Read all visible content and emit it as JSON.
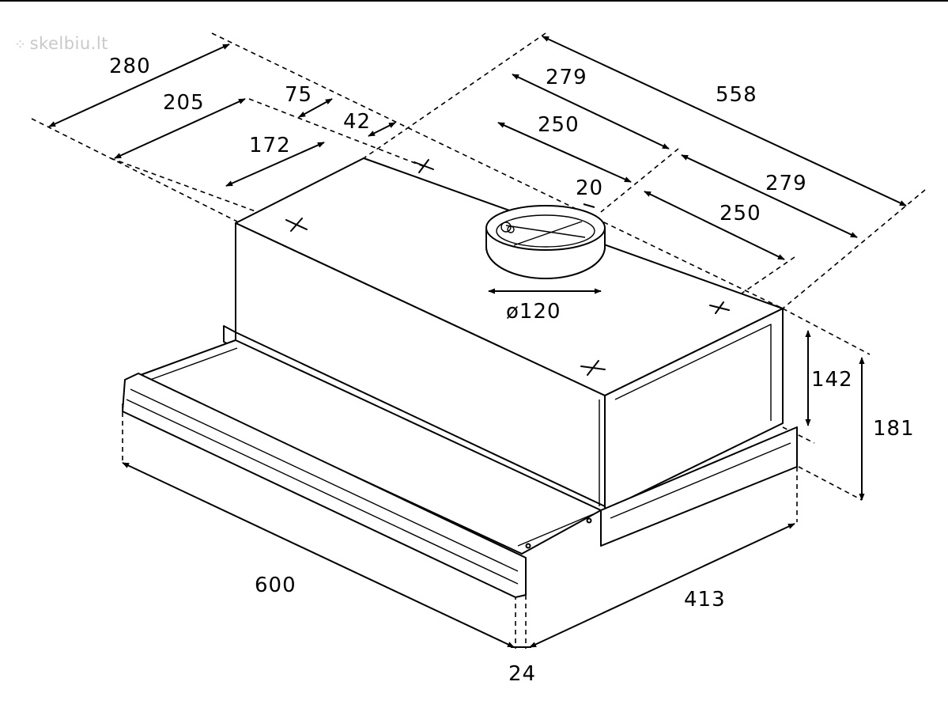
{
  "watermark": {
    "text": "skelbiu.lt",
    "icon": "dots-logo-icon"
  },
  "dimensions": {
    "overall_width": "558",
    "half_width_rear": "279",
    "half_width_front": "279",
    "duct_offset_rear": "250",
    "duct_offset_front": "250",
    "duct_offset_small": "20",
    "duct_diameter": "ø120",
    "depth_outer": "280",
    "depth_205": "205",
    "depth_172": "172",
    "depth_75": "75",
    "depth_42": "42",
    "height_body": "142",
    "height_total": "181",
    "drawer_width": "600",
    "case_depth": "413",
    "front_thickness": "24"
  },
  "colors": {
    "line": "#000000",
    "background": "#ffffff",
    "watermark": "#c9c9c9"
  }
}
